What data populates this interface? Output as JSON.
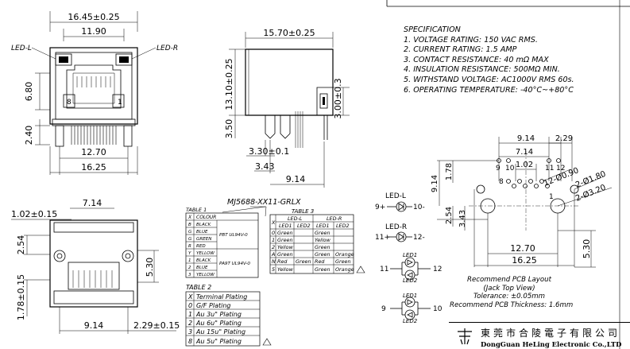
{
  "front_view": {
    "dim_overall_top": "16.45±0.25",
    "dim_inner": "11.90",
    "led_left": "LED-L",
    "led_right": "LED-R",
    "dim_height_a": "6.80",
    "dim_height_b": "2.40",
    "dim_pins": "12.70",
    "dim_overall_bottom": "16.25",
    "pin_8": "8",
    "pin_1": "1"
  },
  "side_view": {
    "dim_width": "15.70±0.25",
    "dim_height": "13.10±0.25",
    "dim_right": "3.00±0.3",
    "dim_leg": "3.50",
    "dim_peg": "3.30±0.1",
    "dim_offset": "3.43",
    "dim_depth": "9.14"
  },
  "bottom_view": {
    "dim_top": "7.14",
    "dim_left_top": "1.02±0.15",
    "dim_pitch": "2.54",
    "dim_height": "5.30",
    "dim_left_bottom": "1.78±0.15",
    "dim_bottom": "9.14",
    "dim_right_bottom": "2.29±0.15"
  },
  "spec": {
    "title": "SPECIFICATION",
    "lines": [
      "1. VOLTAGE RATING: 150 VAC RMS.",
      "2. CURRENT RATING: 1.5 AMP",
      "3. CONTACT RESISTANCE: 40 mΩ MAX",
      "4. INSULATION RESISTANCE: 500MΩ MIN.",
      "5. WITHSTAND VOLTAGE: AC1000V RMS 60s.",
      "6. OPERATING TEMPERATURE: -40°C~+80°C"
    ]
  },
  "part_number": "MJ5688-XX11-GRLX",
  "table1": {
    "title": "TABLE 1",
    "header": [
      "X",
      "COLOUR"
    ],
    "rows": [
      [
        "B",
        "BLACK"
      ],
      [
        "G",
        "BLUE"
      ],
      [
        "G",
        "GREEN"
      ],
      [
        "R",
        "RED"
      ],
      [
        "Y",
        "YELLOW"
      ],
      [
        "1",
        "BLACK"
      ],
      [
        "2",
        "BLUE"
      ],
      [
        "3",
        "YELLOW"
      ]
    ],
    "note_a": "PBT UL94V-0",
    "note_b": "PA9T UL94V-0"
  },
  "table2": {
    "title": "TABLE 2",
    "header": [
      "X",
      "Terminal Plating"
    ],
    "rows": [
      [
        "0",
        "G/F Plating"
      ],
      [
        "1",
        "Au 3u\" Plating"
      ],
      [
        "2",
        "Au 6u\" Plating"
      ],
      [
        "3",
        "Au 15u\" Plating"
      ],
      [
        "8",
        "Au 5u\" Plating"
      ]
    ]
  },
  "table3": {
    "title": "TABLE 3",
    "header": [
      "X",
      "LED-L",
      "LED-R"
    ],
    "subheader": [
      "LED1",
      "LED2",
      "LED1",
      "LED2"
    ],
    "rows": [
      [
        "0",
        "Green",
        "",
        "Green",
        ""
      ],
      [
        "1",
        "Green",
        "",
        "Yellow",
        ""
      ],
      [
        "2",
        "Yellow",
        "",
        "Green",
        ""
      ],
      [
        "A",
        "Green",
        "",
        "Green",
        "Orange"
      ],
      [
        "N",
        "Red",
        "Green",
        "Red",
        "Green"
      ],
      [
        "5",
        "Yellow",
        "",
        "Green",
        "Orange"
      ]
    ]
  },
  "schematic": {
    "ledl_label": "LED-L",
    "ledl_pins": [
      "9+",
      "10-"
    ],
    "ledr_label": "LED-R",
    "ledr_pins": [
      "11+",
      "12-"
    ],
    "bicolor_a": {
      "left": "11",
      "right": "12",
      "top": "LED1",
      "bottom": "LED2"
    },
    "bicolor_b": {
      "left": "9",
      "right": "10",
      "top": "LED1",
      "bottom": "LED2"
    }
  },
  "pcb": {
    "dim_a": "9.14",
    "dim_b": "2.29",
    "dim_c": "7.14",
    "dim_d": "1.02",
    "dim_e": "9.14",
    "dim_f": "1.78",
    "dim_g": "2.54",
    "dim_h": "3.43",
    "dim_i": "12.70",
    "dim_j": "16.25",
    "dim_k": "5.30",
    "hole_a": "12-Ø0.90",
    "hole_b": "2-Ø1.80",
    "hole_c": "2-Ø3.20",
    "pin_9": "9",
    "pin_10": "10",
    "pin_11": "11",
    "pin_12": "12",
    "pin_8": "8",
    "pin_1": "1",
    "note_lines": [
      "Recommend PCB Layout",
      "(Jack Top View)",
      "Tolerance: ±0.05mm",
      "Recommend PCB Thickness: 1.6mm"
    ]
  },
  "company": {
    "chinese": "東莞市合陵電子有限公司",
    "english": "DongGuan HeLing Electronic Co.,LTD"
  }
}
